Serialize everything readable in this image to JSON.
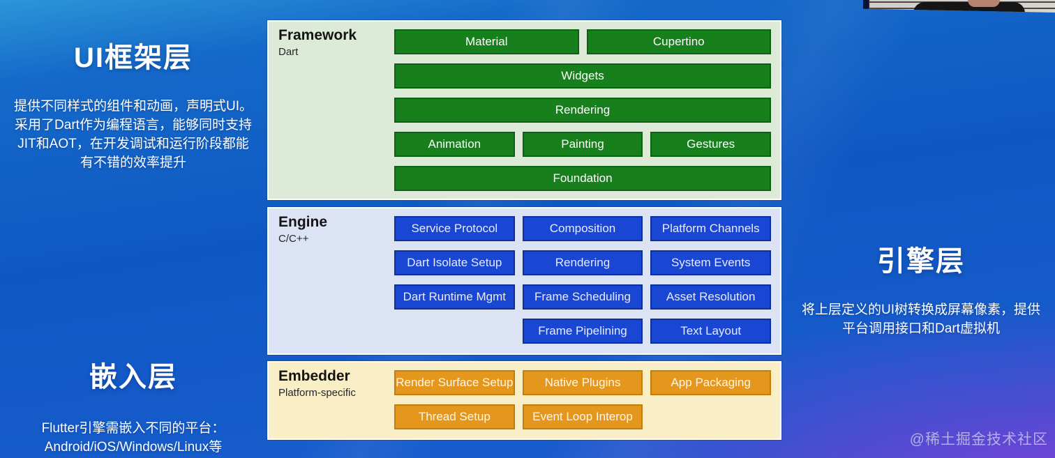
{
  "slide": {
    "sections": {
      "ui_layer": {
        "title": "UI框架层",
        "description": "提供不同样式的组件和动画，声明式UI。\n采用了Dart作为编程语言，能够同时支持\nJIT和AOT，在开发调试和运行阶段都能\n有不错的效率提升"
      },
      "engine_layer": {
        "title": "引擎层",
        "description": "将上层定义的UI树转换成屏幕像素，提供\n平台调用接口和Dart虚拟机"
      },
      "embedder_layer": {
        "title": "嵌入层",
        "description": "Flutter引擎需嵌入不同的平台：\nAndroid/iOS/Windows/Linux等"
      }
    },
    "diagram": {
      "framework": {
        "title": "Framework",
        "subtitle": "Dart",
        "panel_color": "#dcead7",
        "block_color": "#17801d",
        "blocks": [
          "Material",
          "Cupertino",
          "Widgets",
          "Rendering",
          "Animation",
          "Painting",
          "Gestures",
          "Foundation"
        ]
      },
      "engine": {
        "title": "Engine",
        "subtitle": "C/C++",
        "panel_color": "#dbe3f5",
        "block_color": "#1a46d4",
        "blocks": [
          "Service Protocol",
          "Composition",
          "Platform Channels",
          "Dart Isolate Setup",
          "Rendering",
          "System Events",
          "Dart Runtime Mgmt",
          "Frame Scheduling",
          "Asset Resolution",
          "Frame Pipelining",
          "Text Layout"
        ]
      },
      "embedder": {
        "title": "Embedder",
        "subtitle": "Platform-specific",
        "panel_color": "#faeec6",
        "block_color": "#e5971d",
        "blocks": [
          "Render Surface Setup",
          "Native Plugins",
          "App Packaging",
          "Thread Setup",
          "Event Loop Interop"
        ]
      }
    },
    "watermark": "@稀土掘金技术社区"
  }
}
